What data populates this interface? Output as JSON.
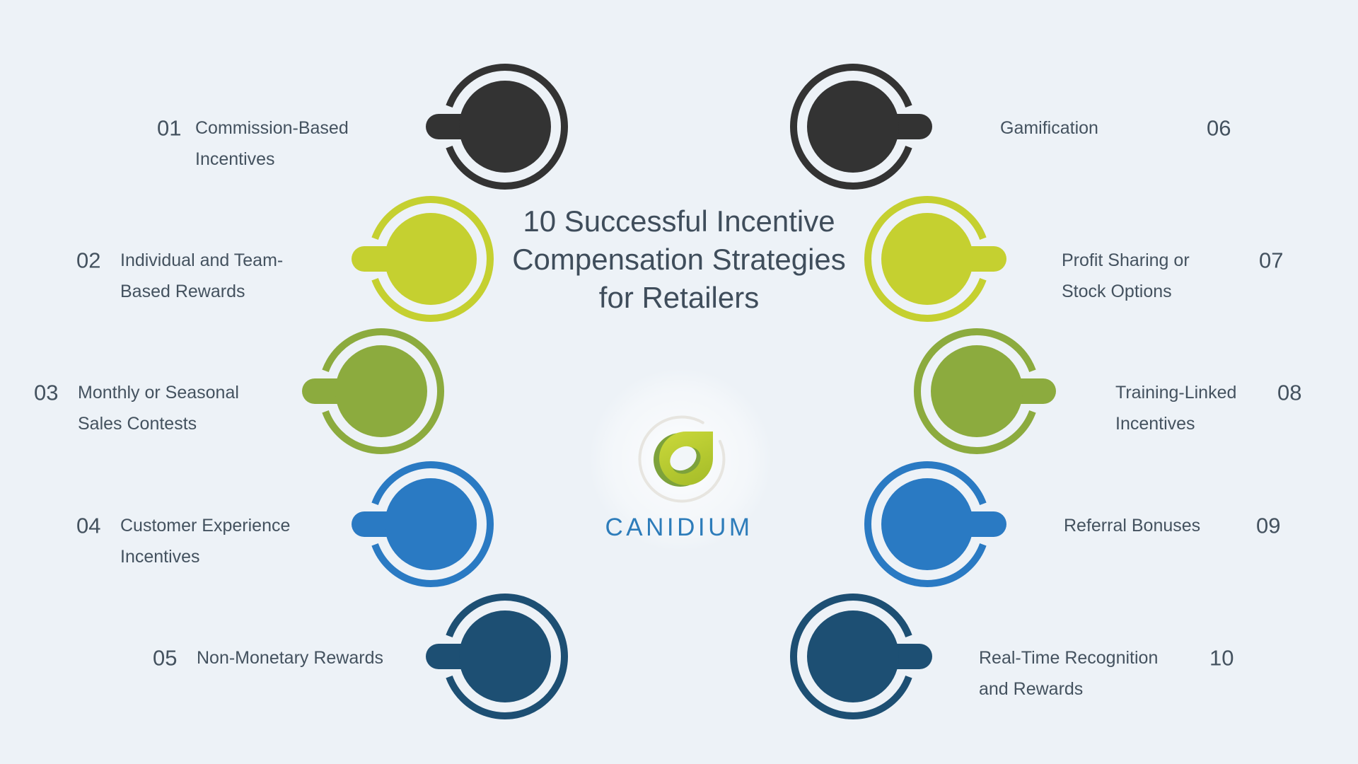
{
  "title": {
    "lines": [
      "10 Successful Incentive",
      "Compensation Strategies",
      "for Retailers"
    ]
  },
  "brand": {
    "name": "CANIDIUM"
  },
  "colors": {
    "background": "#edf2f7",
    "title_text": "#3f4d5b",
    "label_text": "#44525f",
    "brand_blue": "#2d7cba",
    "logo_lime": "#b9cc33",
    "logo_green": "#7da23b",
    "marker_charcoal": "#333333",
    "marker_lime": "#c5d030",
    "marker_green": "#8cab3e",
    "marker_blue": "#2a7ac3",
    "marker_navy": "#1d4f73"
  },
  "items": [
    {
      "number": "01",
      "label_lines": [
        "Commission-Based",
        "Incentives"
      ],
      "color": "#333333",
      "side": "left"
    },
    {
      "number": "02",
      "label_lines": [
        "Individual and Team-",
        "Based Rewards"
      ],
      "color": "#c5d030",
      "side": "left"
    },
    {
      "number": "03",
      "label_lines": [
        "Monthly or Seasonal",
        "Sales Contests"
      ],
      "color": "#8cab3e",
      "side": "left"
    },
    {
      "number": "04",
      "label_lines": [
        "Customer Experience",
        "Incentives"
      ],
      "color": "#2a7ac3",
      "side": "left"
    },
    {
      "number": "05",
      "label_lines": [
        "Non-Monetary Rewards"
      ],
      "color": "#1d4f73",
      "side": "left"
    },
    {
      "number": "06",
      "label_lines": [
        "Gamification"
      ],
      "color": "#333333",
      "side": "right"
    },
    {
      "number": "07",
      "label_lines": [
        "Profit Sharing or",
        "Stock Options"
      ],
      "color": "#c5d030",
      "side": "right"
    },
    {
      "number": "08",
      "label_lines": [
        "Training-Linked",
        "Incentives"
      ],
      "color": "#8cab3e",
      "side": "right"
    },
    {
      "number": "09",
      "label_lines": [
        "Referral Bonuses"
      ],
      "color": "#2a7ac3",
      "side": "right"
    },
    {
      "number": "10",
      "label_lines": [
        "Real-Time Recognition",
        "and Rewards"
      ],
      "color": "#1d4f73",
      "side": "right"
    }
  ]
}
